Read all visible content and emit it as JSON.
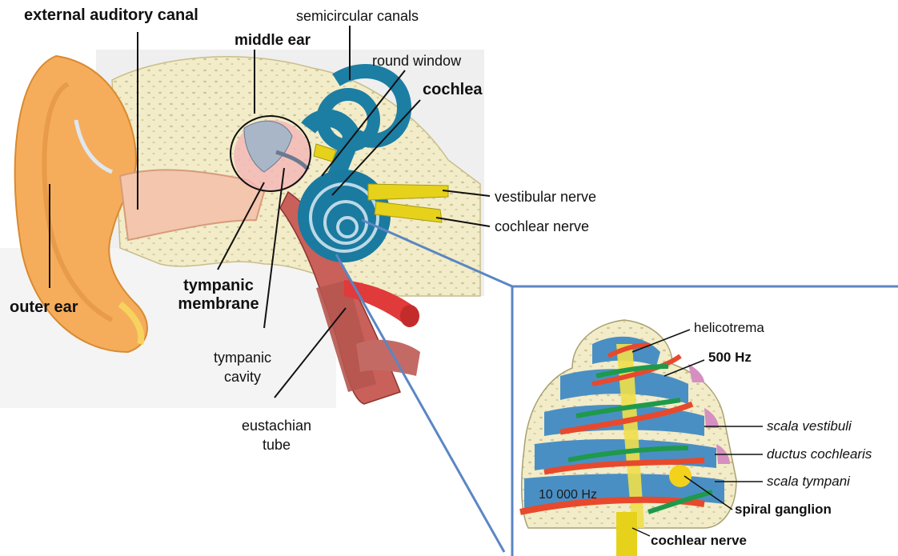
{
  "colors": {
    "bone": "#f2ecc8",
    "skin": "#f7b36c",
    "canal": "#f2c0a4",
    "cochlea": "#1a7aa0",
    "nerve": "#e6d21a",
    "muscle": "#c2605a",
    "artery": "#e23a3a",
    "callout": "#5b86c4",
    "wave_red": "#e8492c",
    "wave_green": "#1e9a4a"
  },
  "labels": {
    "external_auditory_canal": "external auditory canal",
    "middle_ear": "middle ear",
    "semicircular_canals": "semicircular canals",
    "round_window": "round window",
    "cochlea": "cochlea",
    "vestibular_nerve": "vestibular nerve",
    "cochlear_nerve": "cochlear nerve",
    "outer_ear": "outer ear",
    "tympanic_membrane_1": "tympanic",
    "tympanic_membrane_2": "membrane",
    "tympanic_cavity_1": "tympanic",
    "tympanic_cavity_2": "cavity",
    "eustachian_tube_1": "eustachian",
    "eustachian_tube_2": "tube"
  },
  "inset": {
    "helicotrema": "helicotrema",
    "freq_500": "500 Hz",
    "scala_vestibuli": "scala vestibuli",
    "ductus_cochlearis": "ductus cochlearis",
    "scala_tympani": "scala tympani",
    "freq_10000": "10 000 Hz",
    "spiral_ganglion": "spiral ganglion",
    "cochlear_nerve": "cochlear nerve"
  }
}
